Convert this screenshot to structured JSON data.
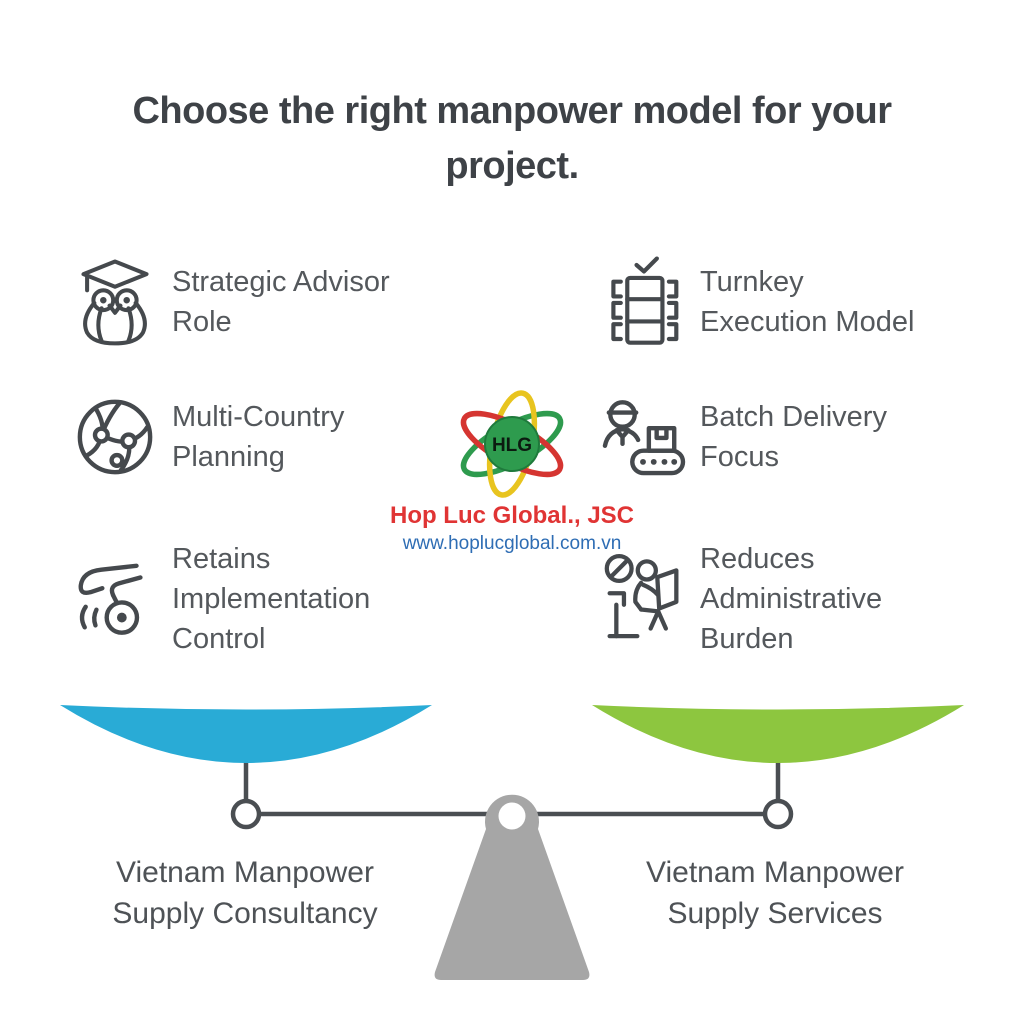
{
  "title": "Choose the right manpower model for your\nproject.",
  "features": {
    "left": [
      {
        "icon": "owl-graduate-icon",
        "label": "Strategic Advisor\nRole"
      },
      {
        "icon": "globe-network-icon",
        "label": "Multi-Country\nPlanning"
      },
      {
        "icon": "hand-control-icon",
        "label": "Retains\nImplementation\nControl"
      }
    ],
    "right": [
      {
        "icon": "turnkey-rack-icon",
        "label": "Turnkey\nExecution Model"
      },
      {
        "icon": "batch-delivery-icon",
        "label": "Batch Delivery\nFocus"
      },
      {
        "icon": "reduces-admin-icon",
        "label": "Reduces\nAdministrative\nBurden"
      }
    ]
  },
  "logo": {
    "company": "Hop Luc Global., JSC",
    "website": "www.hoplucglobal.com.vn",
    "mark_text": "HLG",
    "orbit_green": "#2E9B4E",
    "orbit_red": "#D53531",
    "orbit_yellow": "#E8C41F",
    "company_color": "#E03434",
    "website_color": "#2E6DB4"
  },
  "scale": {
    "left_pan_label": "Vietnam Manpower\nSupply Consultancy",
    "right_pan_label": "Vietnam Manpower\nSupply Services",
    "left_pan_color": "#29ABD6",
    "right_pan_color": "#8DC63F",
    "fulcrum_color": "#A6A6A6"
  },
  "colors": {
    "title_text": "#3E4247",
    "body_text": "#54585C",
    "icon_stroke": "#45494D",
    "beam": "#4A4E52",
    "background": "#FFFFFF"
  }
}
